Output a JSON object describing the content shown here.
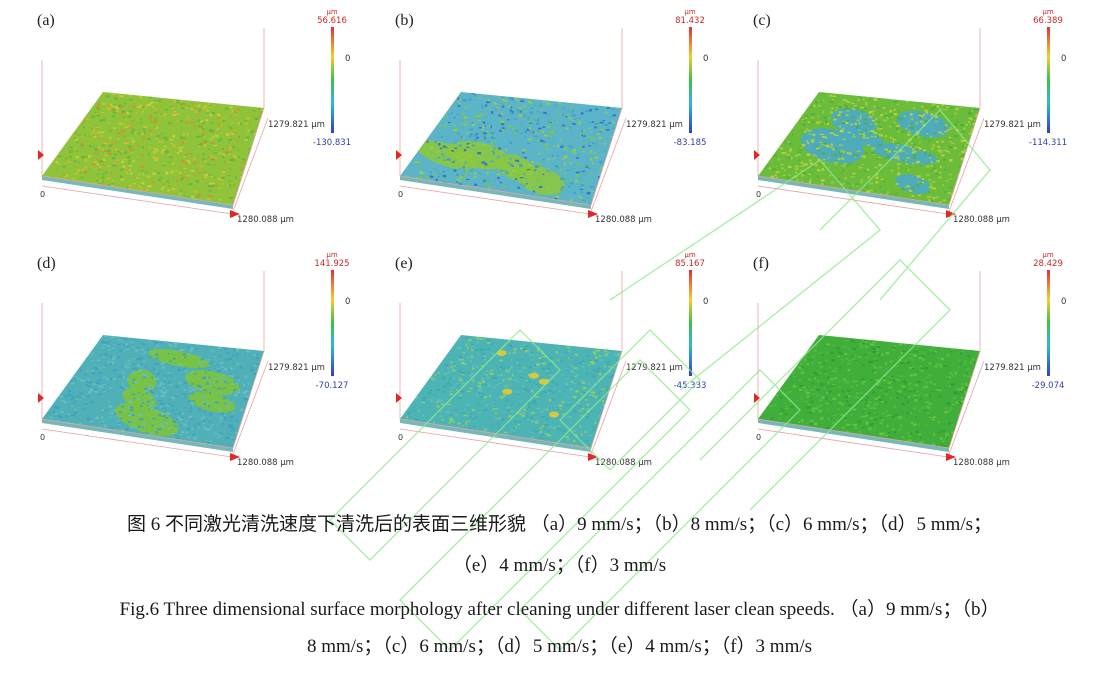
{
  "panels": [
    {
      "label": "(a)",
      "scale_max": "56.616",
      "scale_zero": "0",
      "scale_min": "-130.831",
      "unit": "µm",
      "width_label": "1279.821 µm",
      "length_label": "1280.088 µm",
      "origin": "0",
      "style": "green-yellow-orange"
    },
    {
      "label": "(b)",
      "scale_max": "81.432",
      "scale_zero": "0",
      "scale_min": "-83.185",
      "unit": "µm",
      "width_label": "1279.821 µm",
      "length_label": "1280.088 µm",
      "origin": "0",
      "style": "blue-green"
    },
    {
      "label": "(c)",
      "scale_max": "66.389",
      "scale_zero": "0",
      "scale_min": "-114.311",
      "unit": "µm",
      "width_label": "1279.821 µm",
      "length_label": "1280.088 µm",
      "origin": "0",
      "style": "green-blue-islands"
    },
    {
      "label": "(d)",
      "scale_max": "141.925",
      "scale_zero": "0",
      "scale_min": "-70.127",
      "unit": "µm",
      "width_label": "1279.821 µm",
      "length_label": "1280.088 µm",
      "origin": "0",
      "style": "teal-green-islands"
    },
    {
      "label": "(e)",
      "scale_max": "85.167",
      "scale_zero": "0",
      "scale_min": "-45.333",
      "unit": "µm",
      "width_label": "1279.821 µm",
      "length_label": "1280.088 µm",
      "origin": "0",
      "style": "teal-flat"
    },
    {
      "label": "(f)",
      "scale_max": "28.429",
      "scale_zero": "0",
      "scale_min": "-29.074",
      "unit": "µm",
      "width_label": "1279.821 µm",
      "length_label": "1280.088 µm",
      "origin": "0",
      "style": "green-flat"
    }
  ],
  "caption_cn_line1": "图 6  不同激光清洗速度下清洗后的表面三维形貌 （a）9 mm/s；（b）8 mm/s；（c）6 mm/s；（d）5 mm/s；",
  "caption_cn_line2": "（e）4 mm/s；（f）3 mm/s",
  "caption_en_line1": "Fig.6 Three dimensional surface morphology after cleaning under different laser clean speeds. （a）9 mm/s；（b）",
  "caption_en_line2": "8 mm/s；（c）6 mm/s；（d）5 mm/s；（e）4 mm/s；（f）3 mm/s",
  "colors": {
    "scale_top": "#e0303a",
    "scale_mid": "#3cc04a",
    "scale_bottom": "#3040c8",
    "axis_red": "#e02828",
    "watermark": "#7fe07f"
  }
}
